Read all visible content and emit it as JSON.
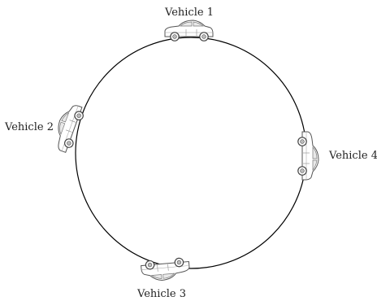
{
  "diagram": {
    "vehicles": [
      {
        "label": "Vehicle 1",
        "icon": "car-icon"
      },
      {
        "label": "Vehicle 2",
        "icon": "car-icon"
      },
      {
        "label": "Vehicle 3",
        "icon": "car-icon"
      },
      {
        "label": "Vehicle 4",
        "icon": "car-icon"
      }
    ]
  }
}
